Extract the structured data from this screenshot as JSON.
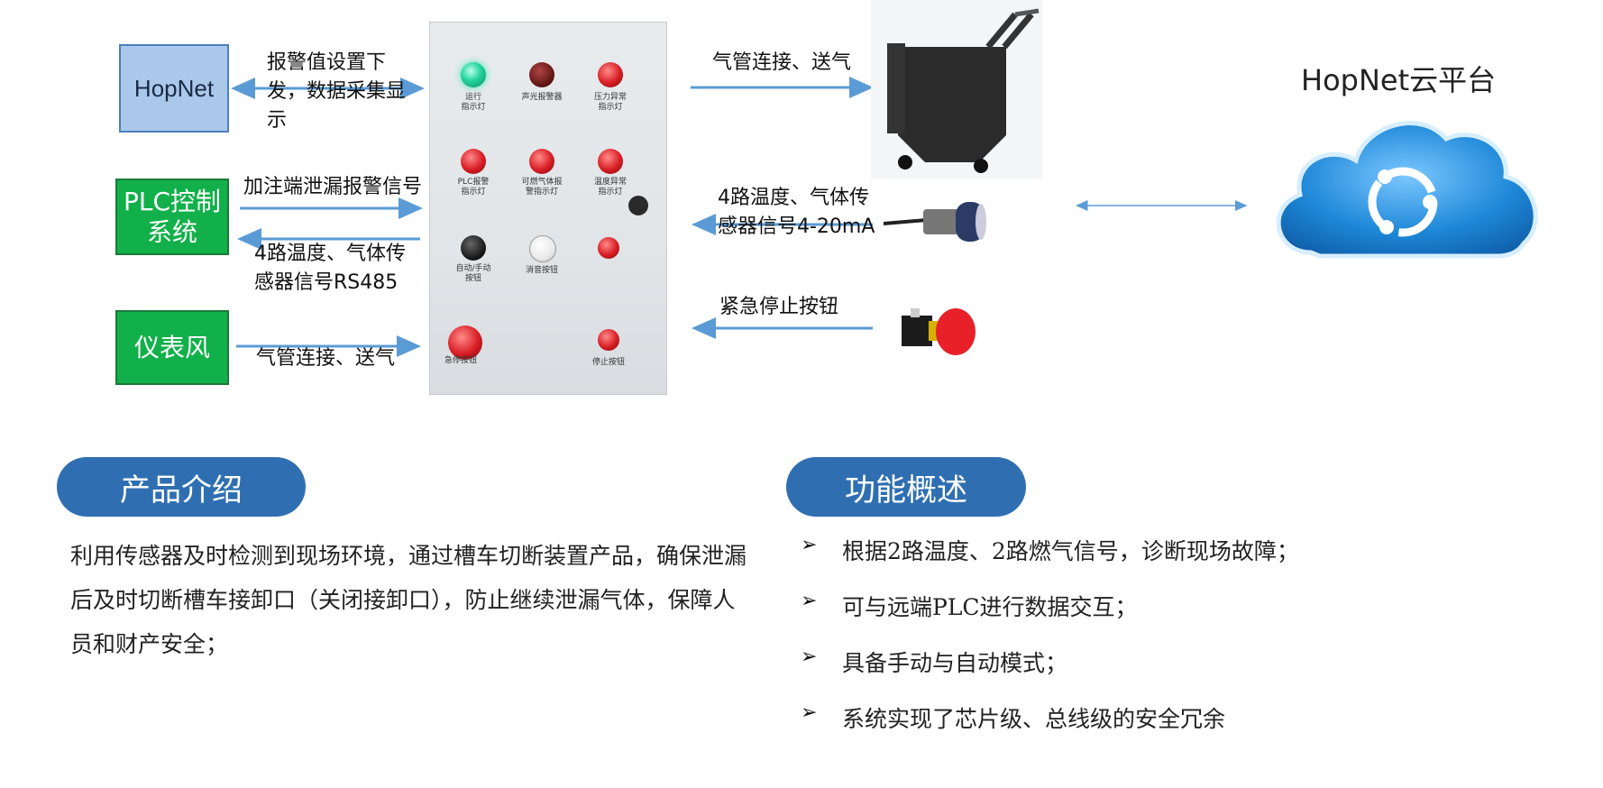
{
  "diagram": {
    "hopnet_box": "HopNet",
    "plc_box": "PLC控制\n系统",
    "meter_box": "仪表风",
    "label_alarm": "报警值设置下\n发，数据采集显\n示",
    "label_leak": "加注端泄漏报警信号",
    "label_rs485": "4路温度、气体传\n感器信号RS485",
    "label_air_left": "气管连接、送气",
    "label_air_right": "气管连接、送气",
    "label_420": "4路温度、气体传\n感器信号4-20mA",
    "label_estop": "紧急停止按钮",
    "cloud_title": "HopNet云平台",
    "panel": {
      "row1": [
        "运行\n指示灯",
        "声光报警器",
        "压力异常\n指示灯"
      ],
      "row2": [
        "PLC报警\n指示灯",
        "可燃气体报\n警指示灯",
        "温度异常\n指示灯"
      ],
      "row3": [
        "自动/手动\n按钮",
        "消音按钮",
        ""
      ],
      "row4": [
        "急停按钮",
        "",
        "停止按钮"
      ]
    },
    "colors": {
      "arrow": "#5b9bd5",
      "hopnet_fill": "#a9c8ea",
      "green_fill": "#12b04a",
      "pill": "#2f6fb1",
      "cloud": "#1e88d8"
    }
  },
  "sections": {
    "intro_title": "产品介绍",
    "features_title": "功能概述",
    "intro_text": "利用传感器及时检测到现场环境，通过槽车切断装置产品，确保泄漏后及时切断槽车接卸口（关闭接卸口），防止继续泄漏气体，保障人员和财产安全；",
    "bullet_glyph": "➢",
    "features": [
      "根据2路温度、2路燃气信号，诊断现场故障；",
      "可与远端PLC进行数据交互；",
      "具备手动与自动模式；",
      "系统实现了芯片级、总线级的安全冗余"
    ]
  }
}
